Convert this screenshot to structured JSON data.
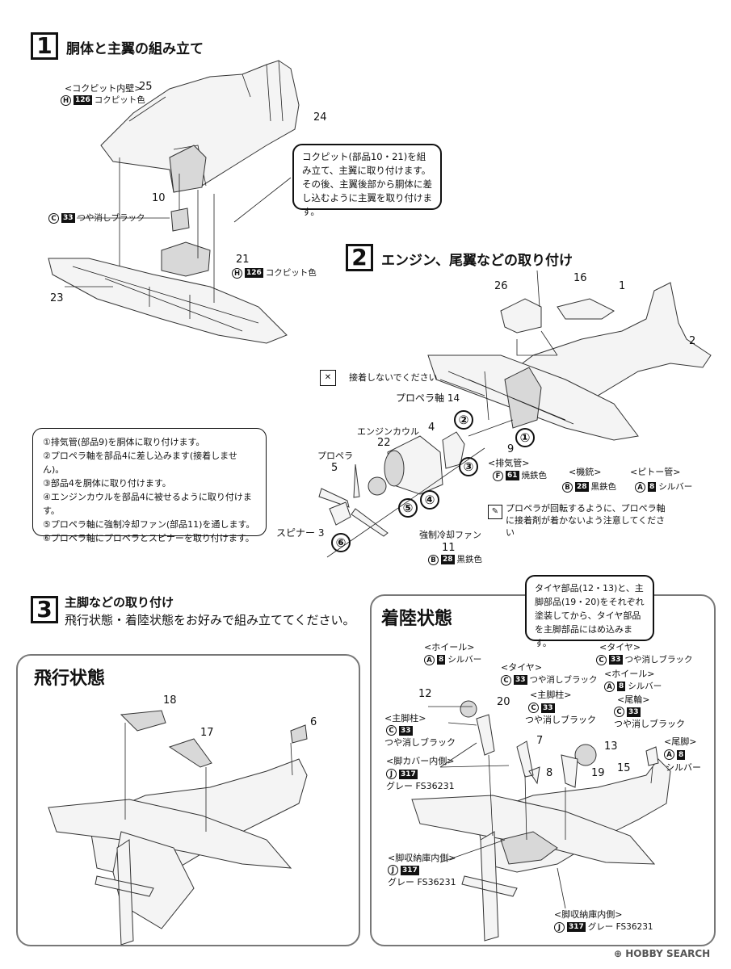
{
  "step1": {
    "number": "1",
    "title": "胴体と主翼の組み立て",
    "parts": {
      "p25": "25",
      "p24": "24",
      "p10": "10",
      "p21": "21",
      "p23": "23"
    },
    "cockpit_wall": {
      "label": "<コクピット内壁>",
      "letter": "H",
      "num": "126",
      "color": "コクピット色"
    },
    "part10_paint": {
      "letter": "C",
      "num": "33",
      "color": "つや消しブラック"
    },
    "part21_paint": {
      "letter": "H",
      "num": "126",
      "color": "コクピット色"
    },
    "bubble": "コクピット(部品10・21)を組み立て、主翼に取り付けます。その後、主翼後部から胴体に差し込むように主翼を取り付けます。"
  },
  "step2": {
    "number": "2",
    "title": "エンジン、尾翼などの取り付け",
    "parts": {
      "p26": "26",
      "p16": "16",
      "p1": "1",
      "p2": "2",
      "p4": "4",
      "p9": "9"
    },
    "no_glue": "接着しないでください",
    "prop_shaft": "プロペラ軸 14",
    "cowl": {
      "label": "エンジンカウル",
      "num": "22"
    },
    "propeller": {
      "label": "プロペラ",
      "num": "5"
    },
    "spinner": "スピナー 3",
    "fan": {
      "label": "強制冷却ファン",
      "num": "11",
      "letter": "B",
      "pnum": "28",
      "color": "黒鉄色"
    },
    "exhaust": {
      "label": "<排気管>",
      "letter": "F",
      "num": "61",
      "color": "焼鉄色"
    },
    "gun": {
      "label": "<機銃>",
      "letter": "B",
      "num": "28",
      "color": "黒鉄色"
    },
    "pitot": {
      "label": "<ピトー管>",
      "letter": "A",
      "num": "8",
      "color": "シルバー"
    },
    "glue_note": "プロペラが回転するように、プロペラ軸に接着剤が着かないよう注意してください",
    "steps": [
      "①排気管(部品9)を胴体に取り付けます。",
      "②プロペラ軸を部品4に差し込みます(接着しません)。",
      "③部品4を胴体に取り付けます。",
      "④エンジンカウルを部品4に被せるように取り付けます。",
      "⑤プロペラ軸に強制冷却ファン(部品11)を通します。",
      "⑥プロペラ軸にプロペラとスピナーを取り付けます。"
    ],
    "circles": [
      "①",
      "②",
      "③",
      "④",
      "⑤",
      "⑥"
    ]
  },
  "step3": {
    "number": "3",
    "title": "主脚などの取り付け",
    "subtitle": "飛行状態・着陸状態をお好みで組み立ててください。",
    "flight": {
      "title": "飛行状態",
      "p18": "18",
      "p17": "17",
      "p6": "6"
    },
    "landing": {
      "title": "着陸状態",
      "bubble": "タイヤ部品(12・13)と、主脚部品(19・20)をそれぞれ塗装してから、タイヤ部品を主脚部品にはめ込みます。",
      "parts": {
        "p12": "12",
        "p20": "20",
        "p7": "7",
        "p8": "8",
        "p13": "13",
        "p19": "19",
        "p15": "15"
      },
      "wheel_l": {
        "label": "<ホイール>",
        "letter": "A",
        "num": "8",
        "color": "シルバー"
      },
      "tire_l": {
        "label": "<タイヤ>",
        "letter": "C",
        "num": "33",
        "color": "つや消しブラック"
      },
      "tire_r": {
        "label": "<タイヤ>",
        "letter": "C",
        "num": "33",
        "color": "つや消しブラック"
      },
      "wheel_r": {
        "label": "<ホイール>",
        "letter": "A",
        "num": "8",
        "color": "シルバー"
      },
      "main_strut": {
        "label": "<主脚柱>",
        "letter": "C",
        "num": "33",
        "color": "つや消しブラック"
      },
      "main_leg": {
        "label": "<主脚柱>",
        "letter": "C",
        "num": "33",
        "color": "つや消しブラック"
      },
      "tail_wheel": {
        "label": "<尾輪>",
        "letter": "C",
        "num": "33",
        "color": "つや消しブラック"
      },
      "tail_leg": {
        "label": "<尾脚>",
        "letter": "A",
        "num": "8",
        "color": "シルバー"
      },
      "cover_inner": {
        "label": "<脚カバー内側>",
        "letter": "J",
        "num": "317",
        "color": "グレー FS36231"
      },
      "bay_inner_l": {
        "label": "<脚収納庫内側>",
        "letter": "J",
        "num": "317",
        "color": "グレー FS36231"
      },
      "bay_inner_b": {
        "label": "<脚収納庫内側>",
        "letter": "J",
        "num": "317",
        "color": "グレー FS36231"
      }
    }
  },
  "watermark": "HOBBY SEARCH"
}
